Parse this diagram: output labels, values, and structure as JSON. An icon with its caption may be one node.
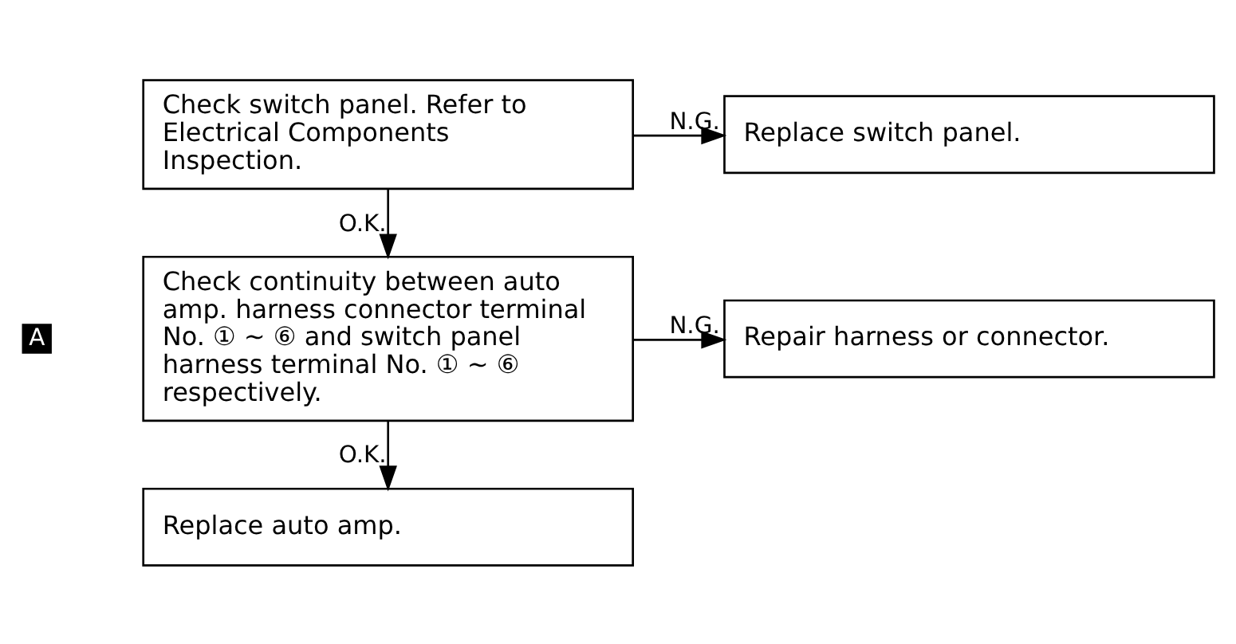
{
  "diagram": {
    "nodes": [
      {
        "text": [
          "Check switch panel. Refer to Electrical Components Inspection."
        ]
      },
      {
        "text": [
          "Replace switch panel."
        ]
      },
      {
        "text": [
          "Check continuity between auto amp. harness connector terminal No. ① ~ ⑥ and switch panel harness terminal No. ① ~ ⑥ respectively."
        ]
      },
      {
        "text": [
          "Repair harness or connector."
        ]
      },
      {
        "text": [
          "Replace auto amp."
        ]
      }
    ],
    "edges": [
      {
        "from": 0,
        "to": 1,
        "arrow": "to",
        "label": "N.G."
      },
      {
        "from": 0,
        "to": 2,
        "arrow": "to",
        "label": "O.K."
      },
      {
        "from": 2,
        "to": 3,
        "arrow": "to",
        "label": "N.G."
      },
      {
        "from": 2,
        "to": 4,
        "arrow": "to",
        "label": "O.K."
      }
    ],
    "labels": [
      "A"
    ]
  }
}
